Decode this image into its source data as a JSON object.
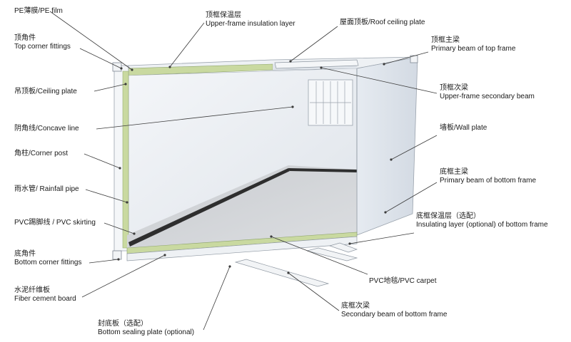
{
  "labels": {
    "pe_film": {
      "cn": "PE薄膜",
      "en": "/PE film"
    },
    "top_corner": {
      "cn": "顶角件",
      "en": "Top corner fittings"
    },
    "ceiling_plate": {
      "cn": "吊顶板",
      "en": "/Ceiling plate"
    },
    "concave_line": {
      "cn": "阴角线",
      "en": "/Concave line"
    },
    "corner_post": {
      "cn": "角柱",
      "en": "/Corner post"
    },
    "rainfall_pipe": {
      "cn": "雨水管",
      "en": "/ Rainfall pipe"
    },
    "pvc_skirting": {
      "cn": "PVC踢脚线",
      "en": " / PVC skirting"
    },
    "bottom_corner": {
      "cn": "底角件",
      "en": "Bottom corner fittings"
    },
    "fiber_cement": {
      "cn": "水泥纤维板",
      "en": "Fiber cement board"
    },
    "bottom_sealing": {
      "cn": "封底板（选配）",
      "en": "Bottom sealing plate (optional)"
    },
    "upper_insulation": {
      "cn": "顶框保温层",
      "en": "Upper-frame insulation layer"
    },
    "roof_ceiling": {
      "cn": "屋面顶板",
      "en": "/Roof ceiling plate"
    },
    "primary_top": {
      "cn": "顶框主梁",
      "en": "Primary beam of top frame"
    },
    "upper_secondary": {
      "cn": "顶框次梁",
      "en": "Upper-frame secondary beam"
    },
    "wall_plate": {
      "cn": "墙板",
      "en": "/Wall plate"
    },
    "primary_bottom": {
      "cn": "底框主梁",
      "en": "Primary beam of bottom frame"
    },
    "insulating_bottom": {
      "cn": "底框保温层（选配）",
      "en": "Insulating layer (optional) of bottom frame"
    },
    "pvc_carpet": {
      "cn": "PVC地毯",
      "en": "/PVC carpet"
    },
    "secondary_bottom": {
      "cn": "底框次梁",
      "en": "Secondary beam of bottom frame"
    }
  },
  "colors": {
    "insulation": "#c9d9a0",
    "wall": "#e9edf3",
    "floor": "#cfd2d6",
    "frame": "#f2f4f5",
    "skirting": "#2e2e2e"
  }
}
